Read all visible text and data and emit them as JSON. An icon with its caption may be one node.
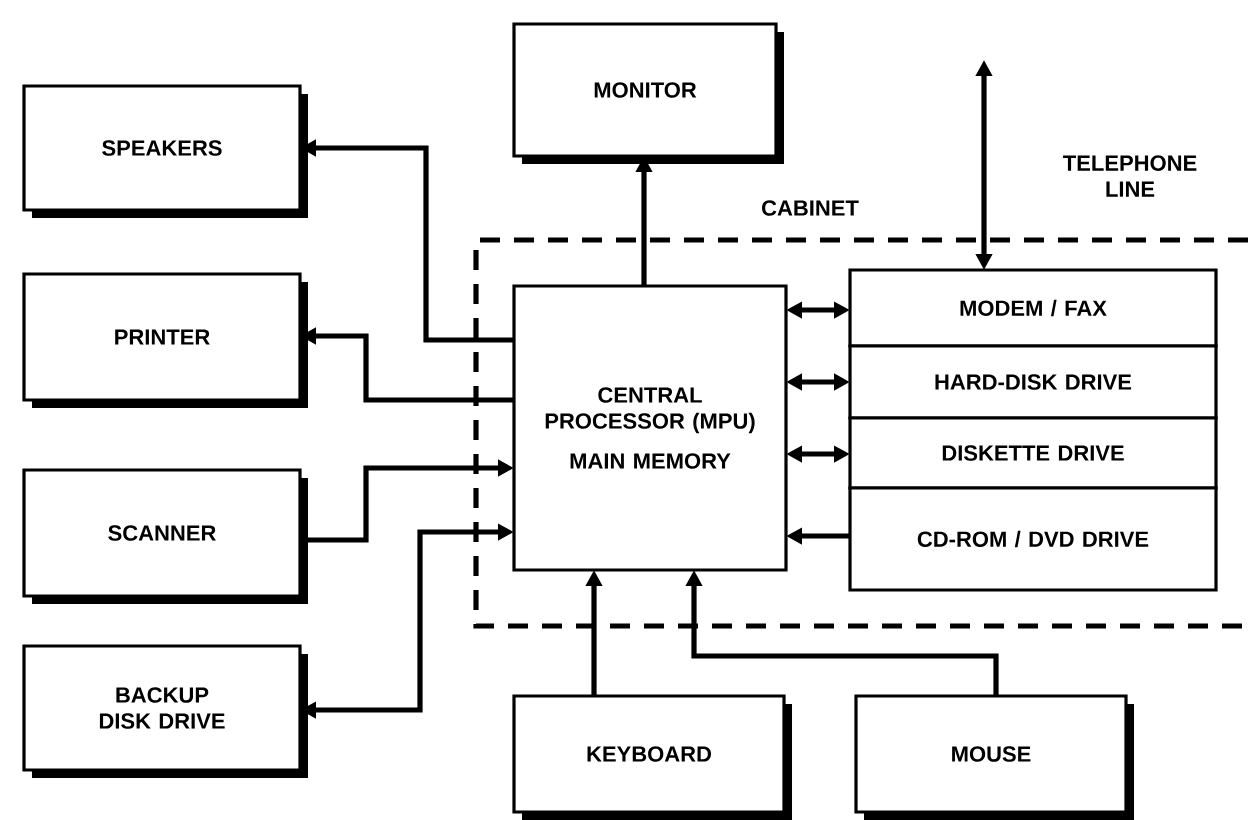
{
  "diagram": {
    "nodes": [
      {
        "text": [
          "CABINET"
        ]
      },
      {
        "text": [
          "CENTRAL PROCESSOR (MPU)",
          "MAIN MEMORY"
        ],
        "in": 0
      },
      {
        "text": [
          "MODEM / FAX"
        ],
        "in": 0
      },
      {
        "text": [
          "HARD-DISK DRIVE"
        ],
        "in": 0
      },
      {
        "text": [
          "DISKETTE DRIVE"
        ],
        "in": 0
      },
      {
        "text": [
          "CD-ROM / DVD DRIVE"
        ],
        "in": 0
      },
      {
        "text": [
          "MONITOR"
        ]
      },
      {
        "text": [
          "SPEAKERS"
        ]
      },
      {
        "text": [
          "PRINTER"
        ]
      },
      {
        "text": [
          "SCANNER"
        ]
      },
      {
        "text": [
          "BACKUP DISK DRIVE"
        ]
      },
      {
        "text": [
          "KEYBOARD"
        ]
      },
      {
        "text": [
          "MOUSE"
        ]
      }
    ],
    "edges": [
      {
        "from": 1,
        "to": 6,
        "arrow": "to"
      },
      {
        "from": 1,
        "to": 7,
        "arrow": "to"
      },
      {
        "from": 1,
        "to": 8,
        "arrow": "to"
      },
      {
        "from": 9,
        "to": 1,
        "arrow": "to"
      },
      {
        "from": 1,
        "to": 10,
        "arrow": "both"
      },
      {
        "from": 1,
        "to": 2,
        "arrow": "both"
      },
      {
        "from": 1,
        "to": 3,
        "arrow": "both"
      },
      {
        "from": 1,
        "to": 4,
        "arrow": "both"
      },
      {
        "from": 5,
        "to": 1,
        "arrow": "to"
      },
      {
        "from": 11,
        "to": 1,
        "arrow": "to"
      },
      {
        "from": 12,
        "to": 1,
        "arrow": "to"
      },
      {
        "from": 2,
        "to": null,
        "arrow": "both"
      }
    ],
    "labels": [
      "TELEPHONE LINE"
    ]
  }
}
